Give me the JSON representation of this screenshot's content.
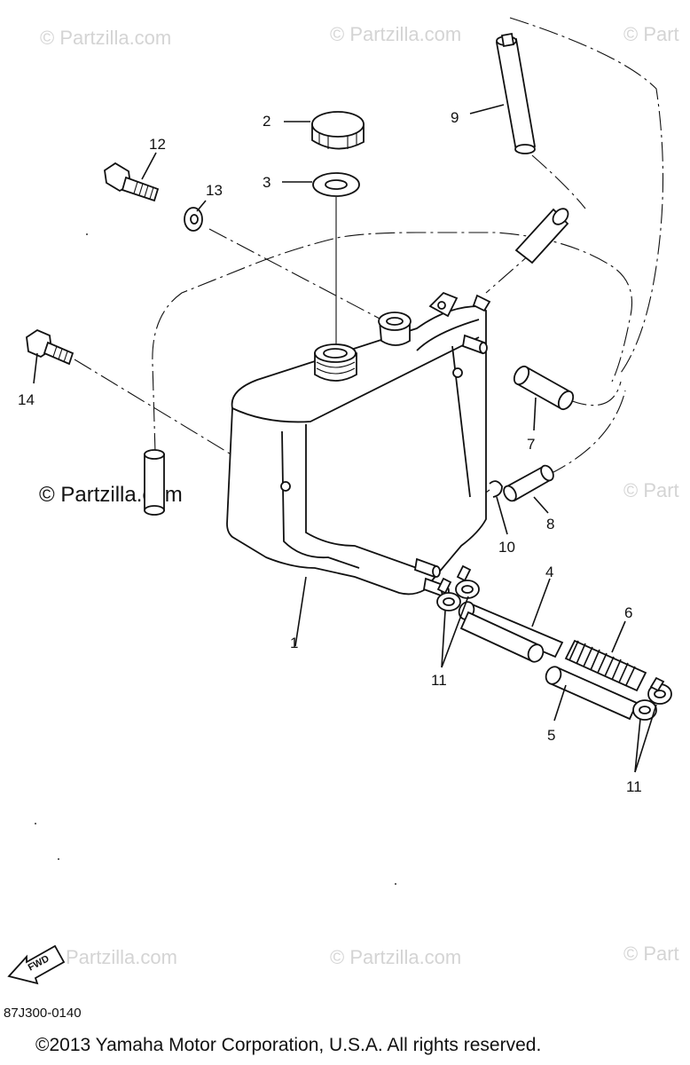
{
  "watermarks": {
    "text": "© Partzilla.com",
    "text_cut": "© Part",
    "text_no_c": "Partzilla.com"
  },
  "parts": {
    "p1": "1",
    "p2": "2",
    "p3": "3",
    "p4": "4",
    "p5": "5",
    "p6": "6",
    "p7": "7",
    "p8": "8",
    "p9": "9",
    "p10": "10",
    "p11a": "11",
    "p11b": "11",
    "p12": "12",
    "p13": "13",
    "p14": "14"
  },
  "fwd_label": "FWD",
  "ref_code": "87J300-0140",
  "copyright": "©2013 Yamaha Motor Corporation, U.S.A. All rights reserved."
}
